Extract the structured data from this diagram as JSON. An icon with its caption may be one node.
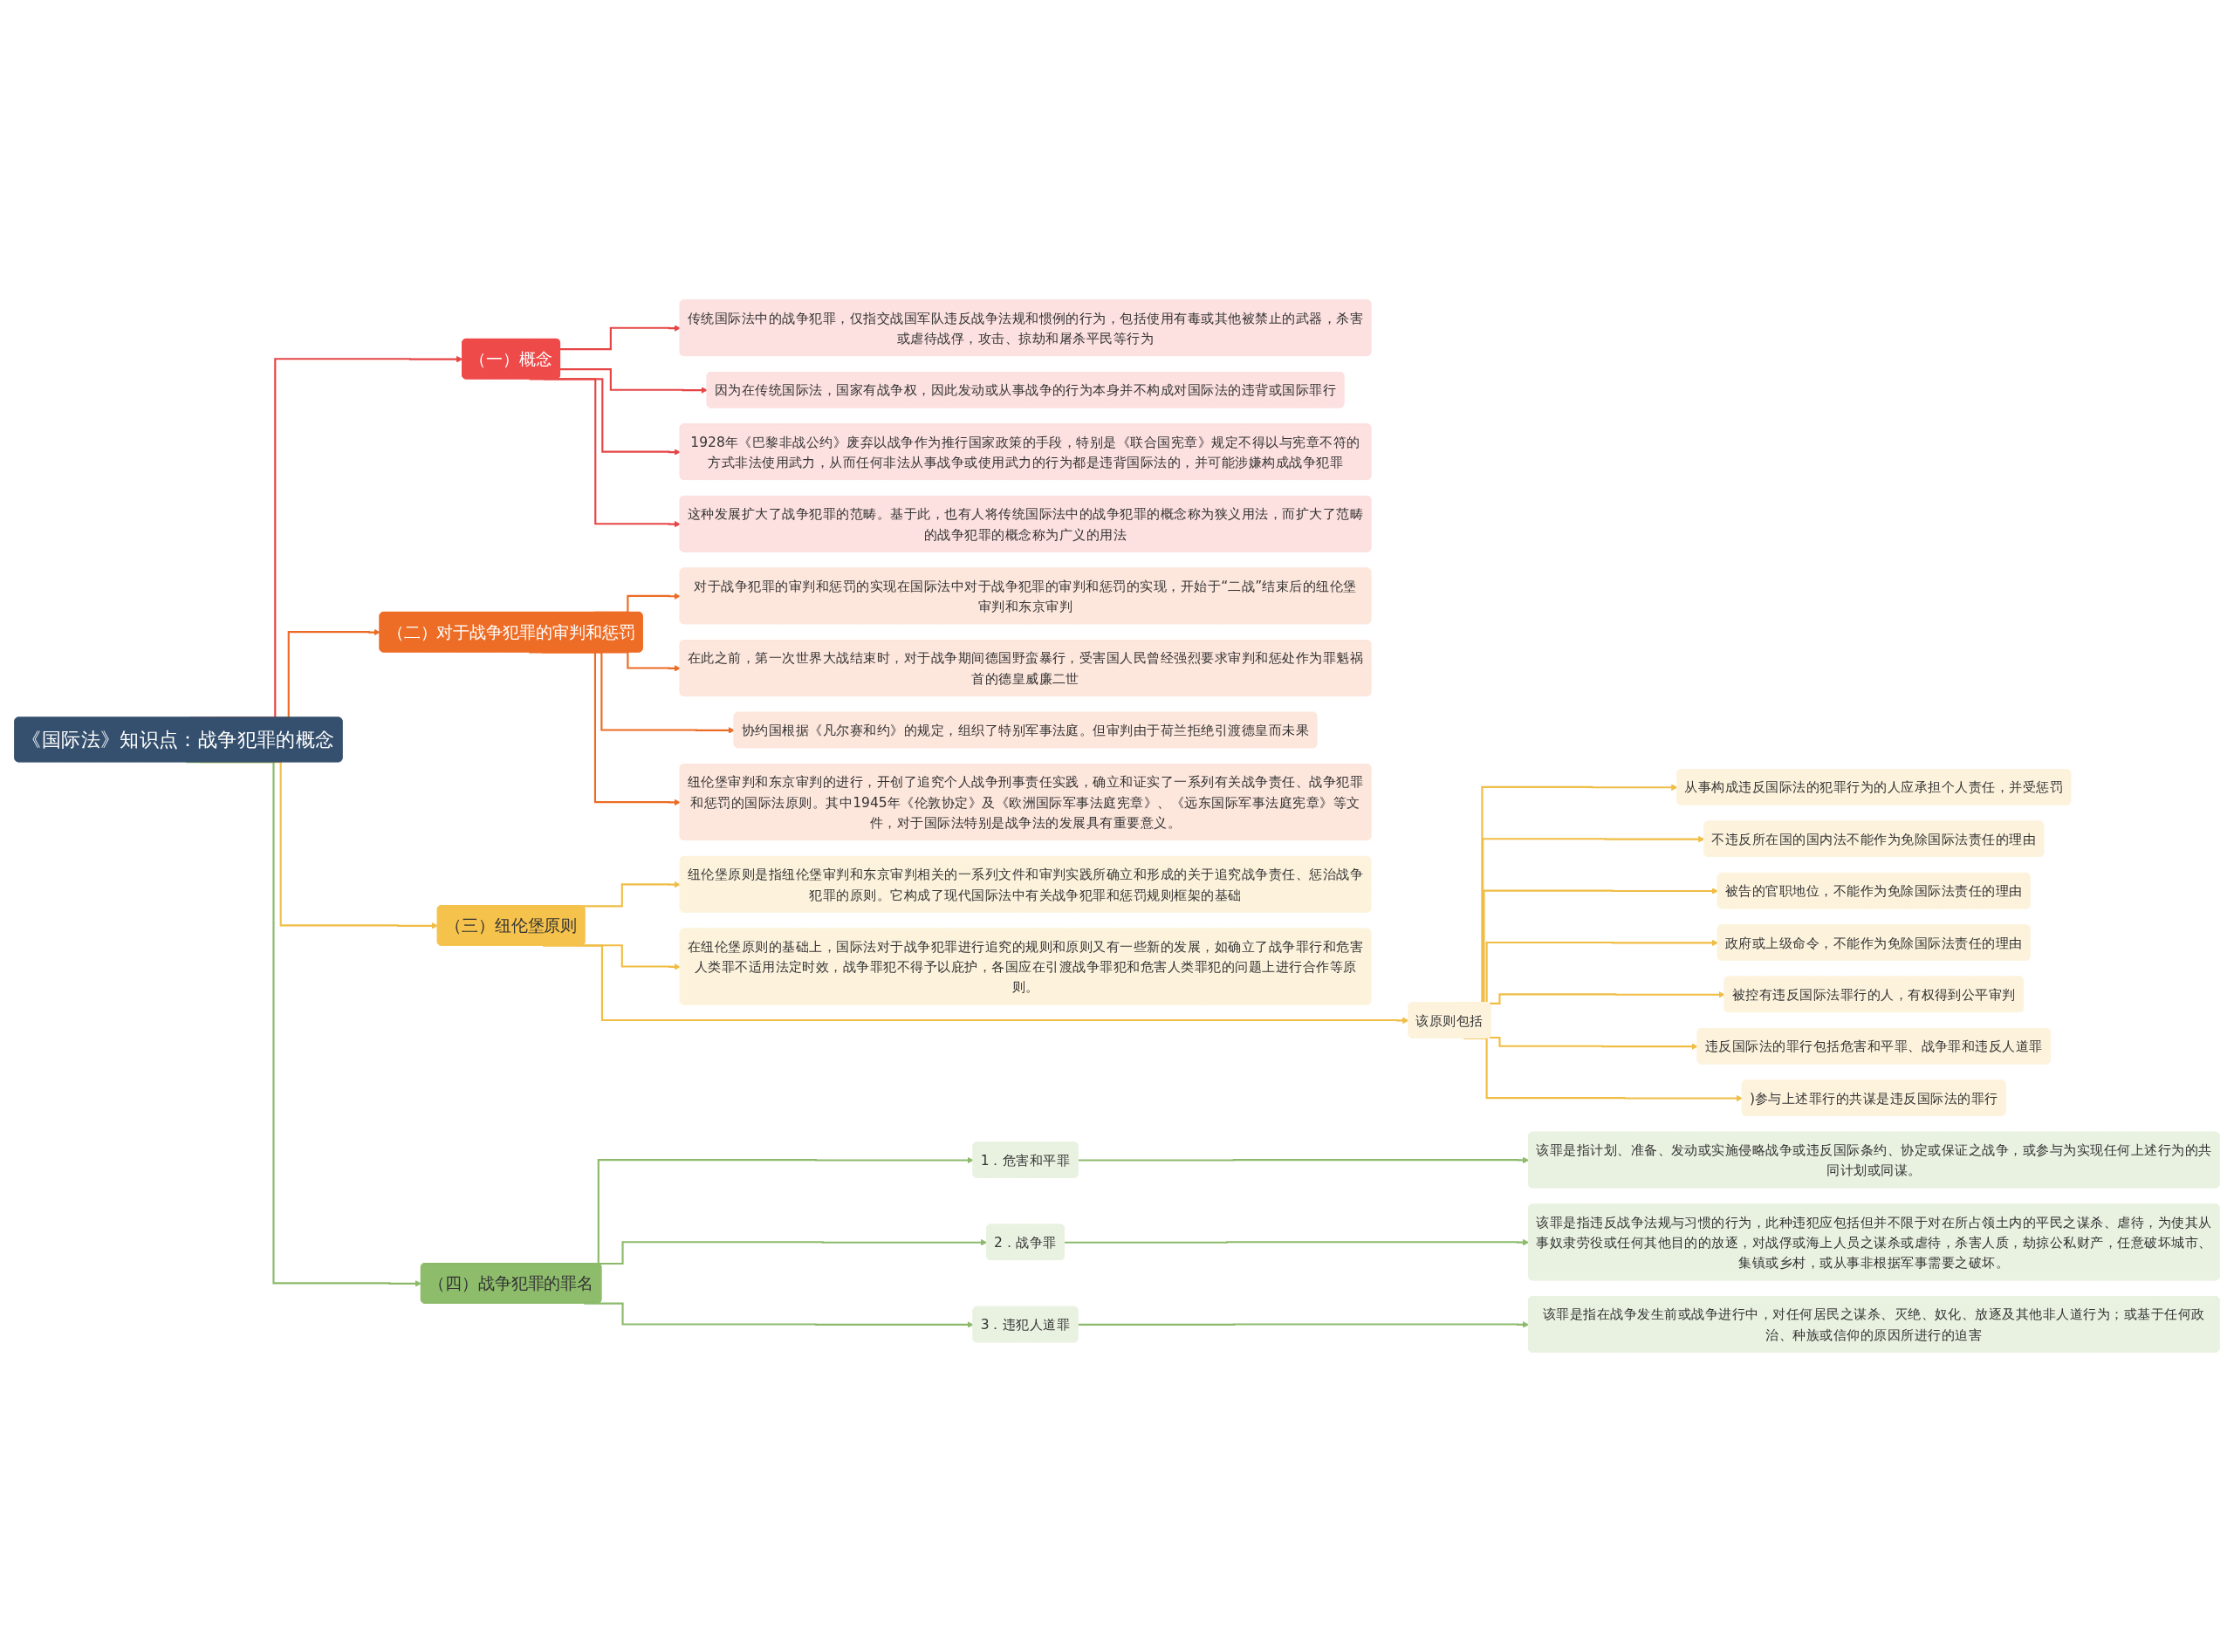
{
  "diagram": {
    "nodes": [
      {
        "text": [
          "《国际法》知识点：战争犯罪的概念"
        ]
      },
      {
        "text": [
          "（一）概念"
        ]
      },
      {
        "text": [
          "传统国际法中的战争犯罪，仅指交战国军队违反战争法规和惯例的行为，包括使用有毒或其他被禁止的武器，杀害或虐待战俘，攻击、掠劫和屠杀平民等行为"
        ]
      },
      {
        "text": [
          "因为在传统国际法，国家有战争权，因此发动或从事战争的行为本身并不构成对国际法的违背或国际罪行"
        ]
      },
      {
        "text": [
          "1928年《巴黎非战公约》废弃以战争作为推行国家政策的手段，特别是《联合国宪章》规定不得以与宪章不符的方式非法使用武力，从而任何非法从事战争或使用武力的行为都是违背国际法的，并可能涉嫌构成战争犯罪"
        ]
      },
      {
        "text": [
          "这种发展扩大了战争犯罪的范畴。基于此，也有人将传统国际法中的战争犯罪的概念称为狭义用法，而扩大了范畴的战争犯罪的概念称为广义的用法"
        ]
      },
      {
        "text": [
          "（二）对于战争犯罪的审判和惩罚"
        ]
      },
      {
        "text": [
          "对于战争犯罪的审判和惩罚的实现在国际法中对于战争犯罪的审判和惩罚的实现，开始于“二战”结束后的纽伦堡审判和东京审判"
        ]
      },
      {
        "text": [
          "在此之前，第一次世界大战结束时，对于战争期间德国野蛮暴行，受害国人民曾经强烈要求审判和惩处作为罪魁祸首的德皇威廉二世"
        ]
      },
      {
        "text": [
          "协约国根据《凡尔赛和约》的规定，组织了特别军事法庭。但审判由于荷兰拒绝引渡德皇而未果"
        ]
      },
      {
        "text": [
          "纽伦堡审判和东京审判的进行，开创了追究个人战争刑事责任实践，确立和证实了一系列有关战争责任、战争犯罪和惩罚的国际法原则。其中1945年《伦敦协定》及《欧洲国际军事法庭宪章》、《远东国际军事法庭宪章》等文件，对于国际法特别是战争法的发展具有重要意义。"
        ]
      },
      {
        "text": [
          "（三）纽伦堡原则"
        ]
      },
      {
        "text": [
          "纽伦堡原则是指纽伦堡审判和东京审判相关的一系列文件和审判实践所确立和形成的关于追究战争责任、惩治战争犯罪的原则。它构成了现代国际法中有关战争犯罪和惩罚规则框架的基础"
        ]
      },
      {
        "text": [
          "该原则包括"
        ]
      },
      {
        "text": [
          "从事构成违反国际法的犯罪行为的人应承担个人责任，并受惩罚"
        ]
      },
      {
        "text": [
          "不违反所在国的国内法不能作为免除国际法责任的理由"
        ]
      },
      {
        "text": [
          "被告的官职地位，不能作为免除国际法责任的理由"
        ]
      },
      {
        "text": [
          "政府或上级命令，不能作为免除国际法责任的理由"
        ]
      },
      {
        "text": [
          "被控有违反国际法罪行的人，有权得到公平审判"
        ]
      },
      {
        "text": [
          "违反国际法的罪行包括危害和平罪、战争罪和违反人道罪"
        ]
      },
      {
        "text": [
          ")参与上述罪行的共谋是违反国际法的罪行"
        ]
      },
      {
        "text": [
          "在纽伦堡原则的基础上，国际法对于战争犯罪进行追究的规则和原则又有一些新的发展，如确立了战争罪行和危害人类罪不适用法定时效，战争罪犯不得予以庇护，各国应在引渡战争罪犯和危害人类罪犯的问题上进行合作等原则。"
        ]
      },
      {
        "text": [
          "（四）战争犯罪的罪名"
        ]
      },
      {
        "text": [
          "1．危害和平罪"
        ]
      },
      {
        "text": [
          "该罪是指计划、准备、发动或实施侵略战争或违反国际条约、协定或保证之战争，或参与为实现任何上述行为的共同计划或同谋。"
        ]
      },
      {
        "text": [
          "2．战争罪"
        ]
      },
      {
        "text": [
          "该罪是指违反战争法规与习惯的行为，此种违犯应包括但并不限于对在所占领土内的平民之谋杀、虐待，为使其从事奴隶劳役或任何其他目的的放逐，对战俘或海上人员之谋杀或虐待，杀害人质，劫掠公私财产，任意破坏城市、集镇或乡村，或从事非根据军事需要之破坏。"
        ]
      },
      {
        "text": [
          "3．违犯人道罪"
        ]
      },
      {
        "text": [
          "该罪是指在战争发生前或战争进行中，对任何居民之谋杀、灭绝、奴化、放逐及其他非人道行为；或基于任何政治、种族或信仰的原因所进行的迫害"
        ]
      }
    ],
    "edges": [
      {
        "from": 0,
        "to": 1,
        "arrow": "to",
        "color": "#e64545"
      },
      {
        "from": 1,
        "to": 2,
        "arrow": "to",
        "color": "#e64545"
      },
      {
        "from": 1,
        "to": 3,
        "arrow": "to",
        "color": "#e64545"
      },
      {
        "from": 1,
        "to": 4,
        "arrow": "to",
        "color": "#e64545"
      },
      {
        "from": 1,
        "to": 5,
        "arrow": "to",
        "color": "#e64545"
      },
      {
        "from": 0,
        "to": 6,
        "arrow": "to",
        "color": "#ec6b25"
      },
      {
        "from": 6,
        "to": 7,
        "arrow": "to",
        "color": "#ec6b25"
      },
      {
        "from": 6,
        "to": 8,
        "arrow": "to",
        "color": "#ec6b25"
      },
      {
        "from": 6,
        "to": 9,
        "arrow": "to",
        "color": "#ec6b25"
      },
      {
        "from": 6,
        "to": 10,
        "arrow": "to",
        "color": "#ec6b25"
      },
      {
        "from": 0,
        "to": 11,
        "arrow": "to"
      },
      {
        "from": 11,
        "to": 12,
        "arrow": "to"
      },
      {
        "from": 11,
        "to": 13,
        "arrow": "to"
      },
      {
        "from": 13,
        "to": 14,
        "arrow": "to"
      },
      {
        "from": 13,
        "to": 15,
        "arrow": "to"
      },
      {
        "from": 13,
        "to": 16,
        "arrow": "to"
      },
      {
        "from": 13,
        "to": 17,
        "arrow": "to"
      },
      {
        "from": 13,
        "to": 18,
        "arrow": "to"
      },
      {
        "from": 13,
        "to": 19,
        "arrow": "to"
      },
      {
        "from": 13,
        "to": 20,
        "arrow": "to"
      },
      {
        "from": 11,
        "to": 21,
        "arrow": "to"
      },
      {
        "from": 0,
        "to": 22,
        "arrow": "to",
        "color": "#8cba6a"
      },
      {
        "from": 22,
        "to": 23,
        "arrow": "to",
        "color": "#8cba6a"
      },
      {
        "from": 23,
        "to": 24,
        "arrow": "to",
        "color": "#8cba6a"
      },
      {
        "from": 22,
        "to": 25,
        "arrow": "to",
        "color": "#8cba6a"
      },
      {
        "from": 25,
        "to": 26,
        "arrow": "to",
        "color": "#8cba6a"
      },
      {
        "from": 22,
        "to": 27,
        "arrow": "to",
        "color": "#8cba6a"
      },
      {
        "from": 27,
        "to": 28,
        "arrow": "to",
        "color": "#8cba6a"
      }
    ]
  }
}
